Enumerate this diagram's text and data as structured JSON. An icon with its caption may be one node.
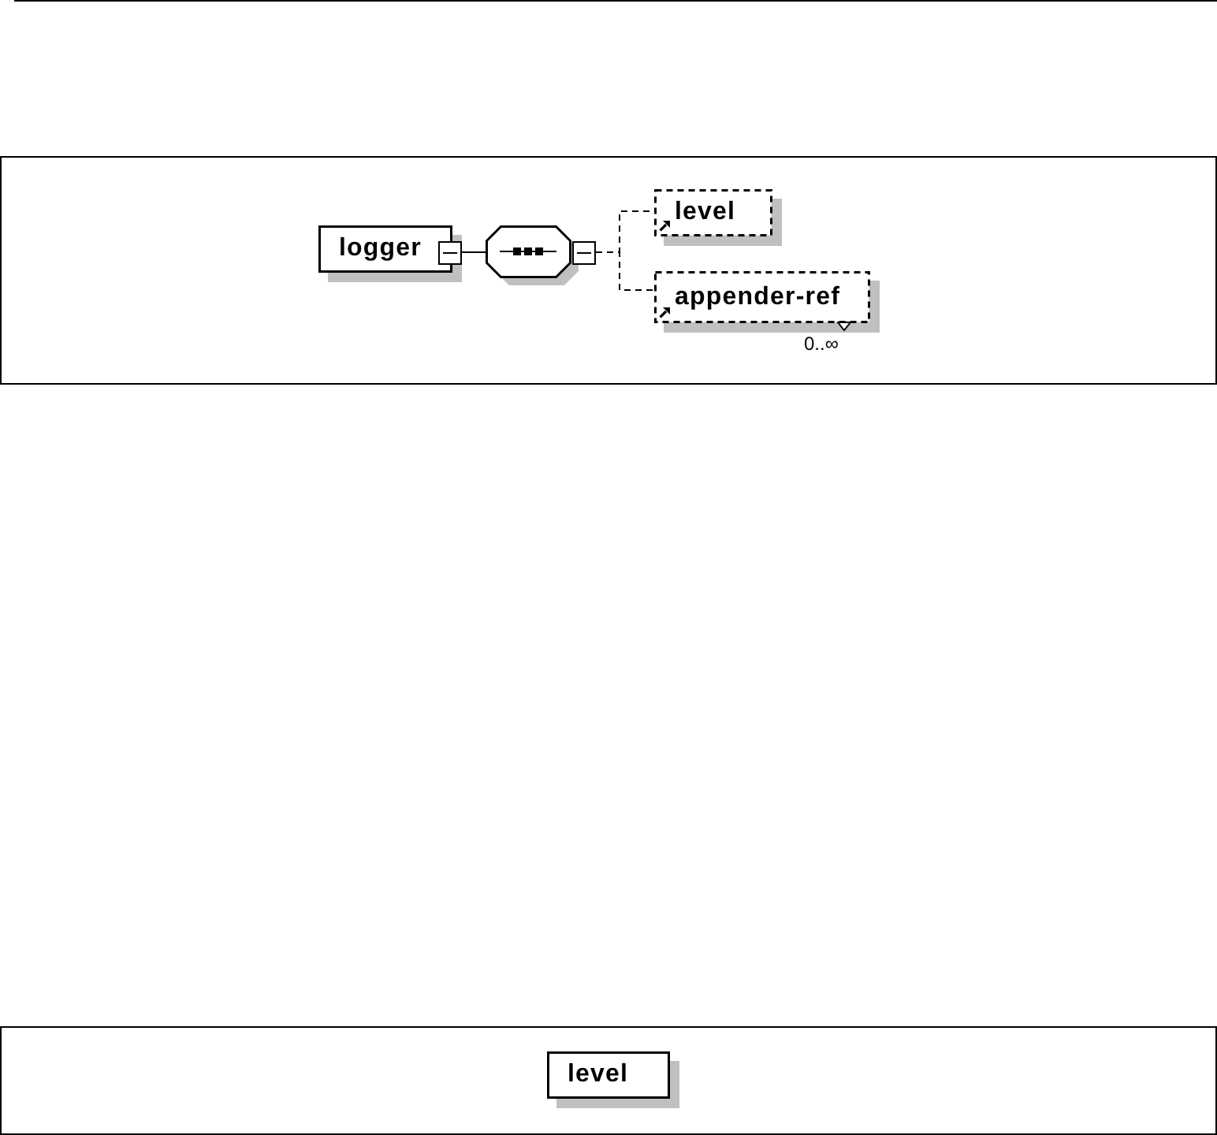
{
  "diagram": {
    "nodes": [
      {
        "text": [],
        "shape": "box"
      },
      {
        "text": [
          "logger"
        ],
        "in": 0
      },
      {
        "text": [],
        "shape": "octagon",
        "in": 0
      },
      {
        "text": [
          "level"
        ],
        "in": 0
      },
      {
        "text": [
          "appender-ref"
        ],
        "in": 0,
        "beside": [
          "0..∞"
        ]
      },
      {
        "text": [],
        "shape": "box"
      },
      {
        "text": [
          "level"
        ],
        "in": 5
      }
    ],
    "edges": [
      {
        "from": 1,
        "to": 2,
        "arrow": "none"
      },
      {
        "from": 2,
        "to": 3,
        "arrow": "none",
        "style": "dashed"
      },
      {
        "from": 2,
        "to": 4,
        "arrow": "none",
        "style": "dashed"
      }
    ]
  }
}
